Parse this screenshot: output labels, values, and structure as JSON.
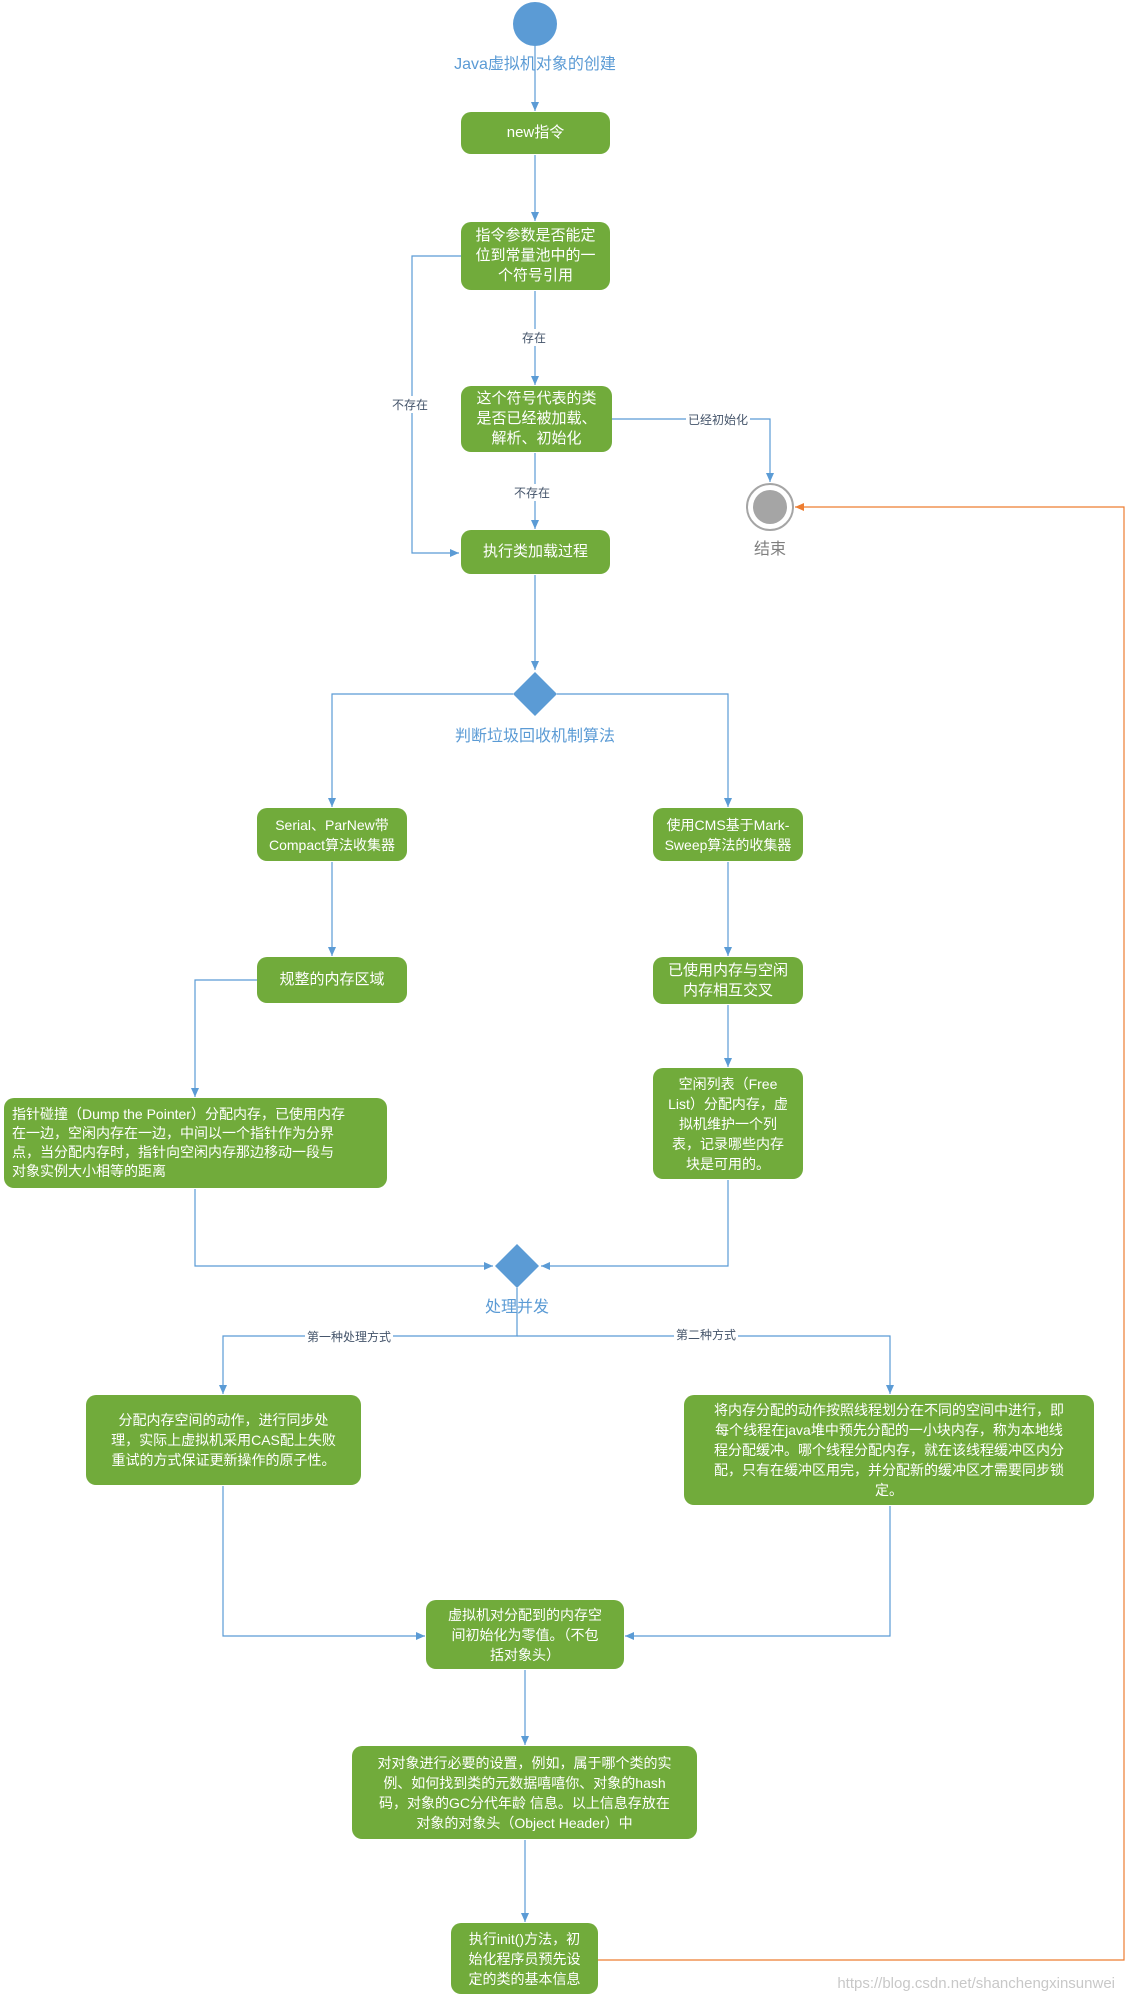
{
  "start_label": "Java虚拟机对象的创建",
  "end_label": "结束",
  "nodes": {
    "new_instr": "new指令",
    "locate_symbol": "指令参数是否能定\n位到常量池中的一\n个符号引用",
    "class_loaded": "这个符号代表的类\n是否已经被加载、\n解析、初始化",
    "do_class_load": "执行类加载过程",
    "serial_parnew": "Serial、ParNew带\nCompact算法收集器",
    "cms": "使用CMS基于Mark-\nSweep算法的收集器",
    "regular_memory": "规整的内存区域",
    "interleaved_memory": "已使用内存与空闲\n内存相互交叉",
    "bump_pointer": "指针碰撞（Dump the Pointer）分配内存，已使用内存\n在一边，空闲内存在一边，中间以一个指针作为分界\n点，当分配内存时，指针向空闲内存那边移动一段与\n对象实例大小相等的距离",
    "free_list": "空闲列表（Free\nList）分配内存，虚\n拟机维护一个列\n表，记录哪些内存\n块是可用的。",
    "sync_alloc": "分配内存空间的动作，进行同步处\n理，实际上虚拟机采用CAS配上失败\n重试的方式保证更新操作的原子性。",
    "tlab": "将内存分配的动作按照线程划分在不同的空间中进行，即\n每个线程在java堆中预先分配的一小块内存，称为本地线\n程分配缓冲。哪个线程分配内存，就在该线程缓冲区内分\n配，只有在缓冲区用完，并分配新的缓冲区才需要同步锁\n定。",
    "zero_init": "虚拟机对分配到的内存空\n间初始化为零值。（不包\n括对象头）",
    "set_header": "对对象进行必要的设置，例如，属于哪个类的实\n例、如何找到类的元数据嘻嘻你、对象的hash\n码，对象的GC分代年龄 信息。以上信息存放在\n对象的对象头（Object Header）中",
    "init_method": "执行init()方法，初\n始化程序员预先设\n定的类的基本信息"
  },
  "decisions": {
    "gc_algorithm": "判断垃圾回收机制算法",
    "concurrency": "处理并发"
  },
  "edge_labels": {
    "exists": "存在",
    "not_exists_left": "不存在",
    "not_exists_down": "不存在",
    "already_init": "已经初始化",
    "first_method": "第一种处理方式",
    "second_method": "第二种方式"
  },
  "watermark": "https://blog.csdn.net/shanchengxinsunwei",
  "colors": {
    "node_fill": "#71ab3b",
    "start_fill": "#5b9bd5",
    "decision_fill": "#5b9bd5",
    "edge": "#5b9bd5",
    "return_edge": "#ed7d31",
    "end_fill": "#a5a5a5"
  }
}
